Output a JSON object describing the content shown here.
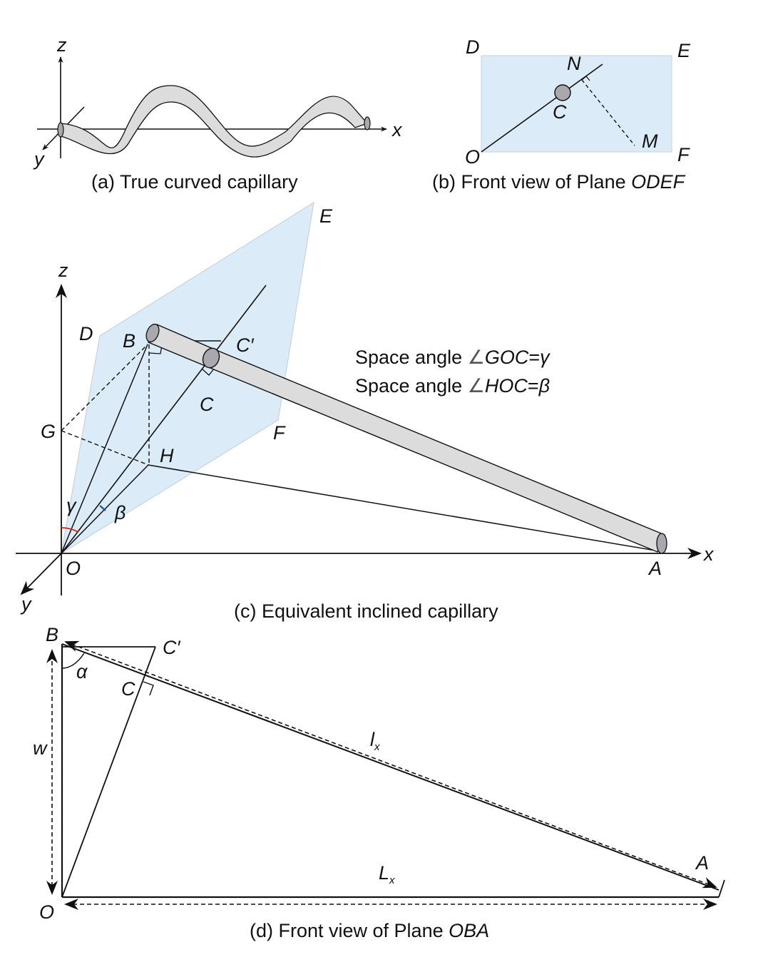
{
  "panel_a": {
    "caption": "(a) True curved capillary",
    "axis_x": "x",
    "axis_y": "y",
    "axis_z": "z"
  },
  "panel_b": {
    "caption_prefix": "(b) Front view of Plane ",
    "caption_plane": "ODEF",
    "labels": {
      "D": "D",
      "E": "E",
      "N": "N",
      "C": "C",
      "M": "M",
      "O": "O",
      "F": "F"
    }
  },
  "panel_c": {
    "caption": "(c) Equivalent inclined capillary",
    "axis_x": "x",
    "axis_y": "y",
    "axis_z": "z",
    "labels": {
      "E": "E",
      "D": "D",
      "B": "B",
      "C_prime": "C′",
      "C": "C",
      "G": "G",
      "H": "H",
      "F": "F",
      "O": "O",
      "A": "A",
      "gamma": "γ",
      "beta": "β"
    },
    "annotation_1": {
      "prefix": "Space angle ",
      "angle": "∠",
      "expr": "GOC",
      "eq": "=",
      "sym": "γ"
    },
    "annotation_2": {
      "prefix": "Space angle ",
      "angle": "∠",
      "expr": "HOC",
      "eq": "=",
      "sym": "β"
    }
  },
  "panel_d": {
    "caption_prefix": "(d) Front view of Plane ",
    "caption_plane": "OBA",
    "labels": {
      "B": "B",
      "C_prime": "C′",
      "C": "C",
      "alpha": "α",
      "w": "w",
      "l": "l",
      "l_sub": "x",
      "L": "L",
      "L_sub": "x",
      "A": "A",
      "O": "O"
    }
  },
  "colors": {
    "plane_fill": "#dcebf8",
    "plane_stroke": "#c9d2dc",
    "tube_fill": "#dcdcdc",
    "tube_end": "#a8a8ae",
    "gamma_arc": "#cc2222",
    "beta_mark": "#1f4fa8"
  }
}
